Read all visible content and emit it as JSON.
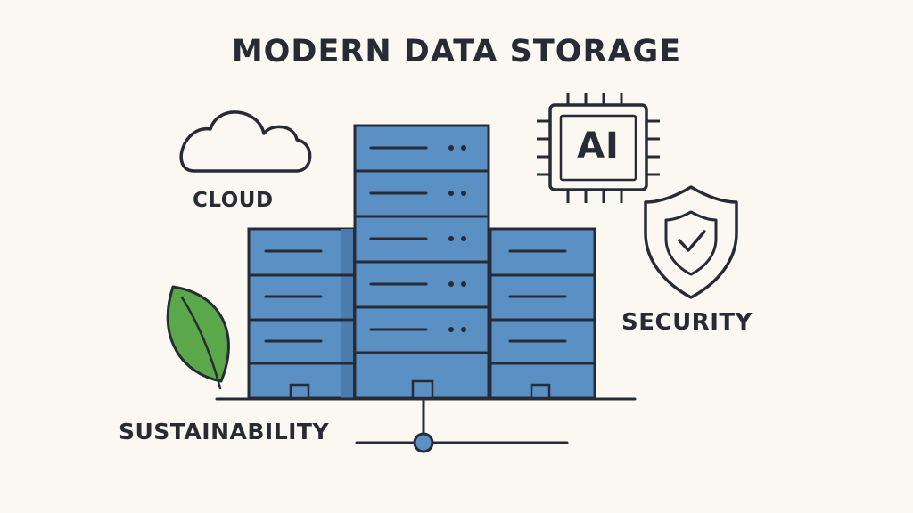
{
  "title": "MODERN DATA STORAGE",
  "features": {
    "cloud": {
      "label": "CLOUD",
      "icon": "cloud-icon"
    },
    "ai": {
      "label": "AI",
      "icon": "ai-chip-icon"
    },
    "security": {
      "label": "SECURITY",
      "icon": "shield-check-icon"
    },
    "sustainability": {
      "label": "SUSTAINABILITY",
      "icon": "leaf-icon"
    }
  },
  "colors": {
    "background": "#fbf8f1",
    "outline": "#262b35",
    "server_blue": "#5b90c4",
    "leaf_green": "#5aa84a"
  }
}
